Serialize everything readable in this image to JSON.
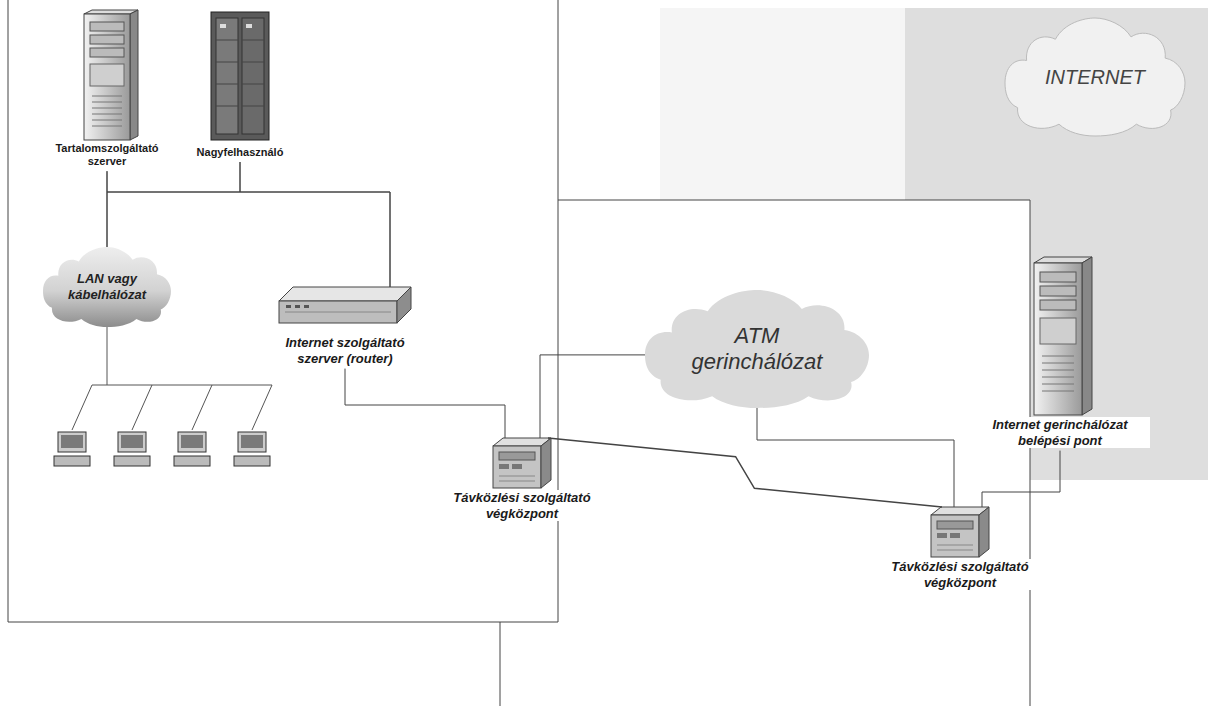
{
  "diagram": {
    "nodes": [
      {
        "text": [
          "Tartalomszolgáltató szerver"
        ]
      },
      {
        "text": [
          "Nagyfelhasználó"
        ]
      },
      {
        "text": [
          "INTERNET"
        ]
      },
      {
        "text": [
          "LAN vagy kábelhálózat"
        ]
      },
      {
        "text": [
          "Internet szolgáltató szerver (router)"
        ]
      },
      {
        "text": [
          "ATM gerinchálózat"
        ]
      },
      {
        "text": [
          "Internet gerinchálózat belépési pont"
        ]
      },
      {
        "text": [
          "Távközlési szolgáltató végközpont"
        ]
      },
      {
        "text": [
          "Távközlési szolgáltató végközpont"
        ]
      }
    ],
    "edges": [
      {
        "from": 0,
        "to": 3,
        "arrow": "none"
      },
      {
        "from": 0,
        "to": 4,
        "arrow": "none"
      },
      {
        "from": 1,
        "to": 3,
        "arrow": "none"
      },
      {
        "from": 1,
        "to": 4,
        "arrow": "none"
      },
      {
        "from": 4,
        "to": 7,
        "arrow": "none"
      },
      {
        "from": 7,
        "to": 5,
        "arrow": "none"
      },
      {
        "from": 7,
        "to": 8,
        "arrow": "none"
      },
      {
        "from": 5,
        "to": 8,
        "arrow": "none"
      },
      {
        "from": 8,
        "to": 6,
        "arrow": "none"
      }
    ]
  }
}
